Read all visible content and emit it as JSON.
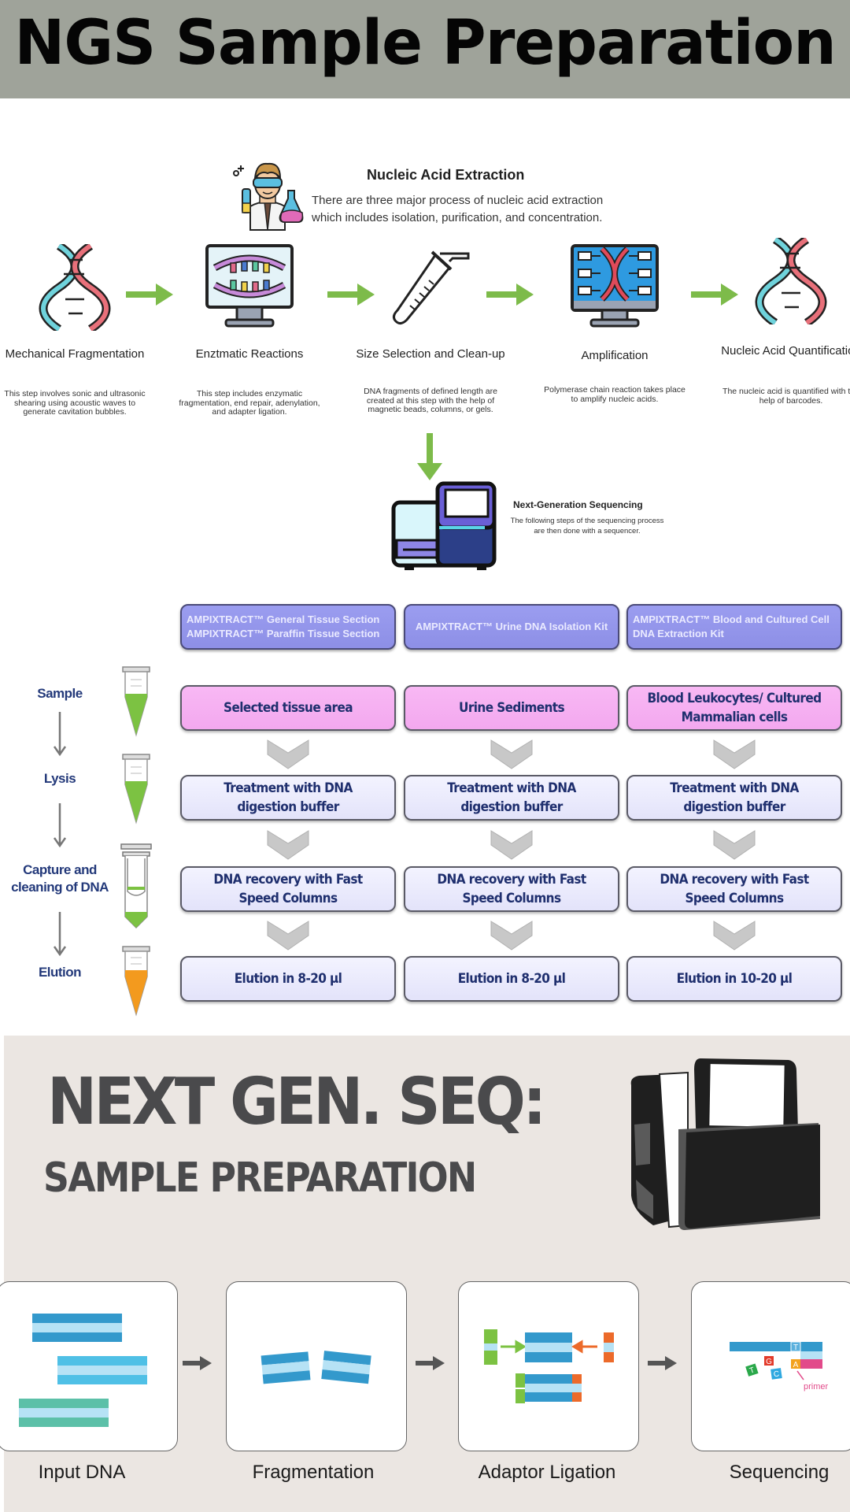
{
  "header": {
    "title": "NGS Sample Preparation"
  },
  "extraction": {
    "title": "Nucleic Acid Extraction",
    "description_lines": [
      "There are three major process of nucleic acid extraction",
      "which includes isolation, purification, and concentration."
    ],
    "icon": "scientist-icon",
    "steps": [
      {
        "title": "Mechanical Fragmentation",
        "icon": "dna-helix-icon",
        "description": "This step involves sonic and ultrasonic shearing using acoustic waves to generate cavitation bubbles."
      },
      {
        "title": "Enztmatic Reactions",
        "icon": "monitor-dna-icon",
        "description": "This step includes enzymatic fragmentation, end repair, adenylation, and adapter ligation."
      },
      {
        "title": "Size Selection and Clean-up",
        "icon": "test-tube-icon",
        "description": "DNA fragments of defined length are created at this step with the help of magnetic beads, columns, or gels."
      },
      {
        "title": "Amplification",
        "icon": "monitor-pcr-icon",
        "description": "Polymerase chain reaction takes place to amplify nucleic acids."
      },
      {
        "title": "Nucleic Acid Quantification",
        "icon": "dna-helix-icon",
        "description": "The nucleic acid is quantified with the help of barcodes."
      }
    ],
    "ngs": {
      "title": "Next-Generation Sequencing",
      "description": "The following steps of the sequencing process are then done with a sequencer."
    }
  },
  "kits": {
    "columns": [
      {
        "kit_lines": [
          "AMPIXTRACT™ General Tissue Section",
          "AMPIXTRACT™ Paraffin Tissue Section"
        ],
        "sample": "Selected tissue area",
        "lysis": "Treatment with DNA digestion buffer",
        "capture": "DNA recovery with Fast Speed Columns",
        "elution": "Elution in 8-20 µl"
      },
      {
        "kit_lines": [
          "AMPIXTRACT™ Urine DNA Isolation Kit"
        ],
        "sample": "Urine Sediments",
        "lysis": "Treatment with DNA digestion buffer",
        "capture": "DNA recovery with Fast Speed Columns",
        "elution": "Elution in 8-20 µl"
      },
      {
        "kit_lines": [
          "AMPIXTRACT™ Blood and Cultured Cell",
          "DNA Extraction Kit"
        ],
        "sample": "Blood Leukocytes/ Cultured Mammalian cells",
        "lysis": "Treatment with DNA digestion buffer",
        "capture": "DNA recovery with Fast Speed Columns",
        "elution": "Elution in 10-20 µl"
      }
    ],
    "stages": [
      "Sample",
      "Lysis",
      "Capture and cleaning of DNA",
      "Elution"
    ],
    "colors": {
      "kit": "#9b9df0",
      "sample": "#f6b3f2",
      "step": "#ecebfd",
      "text": "#1f2f6e",
      "tube_green": "#7cc242",
      "tube_orange": "#f39a1e"
    }
  },
  "bottom": {
    "title": "NEXT GEN. SEQ:",
    "subtitle": "SAMPLE PREPARATION",
    "steps": [
      "Input DNA",
      "Fragmentation",
      "Adaptor Ligation",
      "Sequencing"
    ],
    "sequencing_letters": [
      "T",
      "G",
      "C",
      "A",
      "T"
    ],
    "primer_label": "primer"
  }
}
